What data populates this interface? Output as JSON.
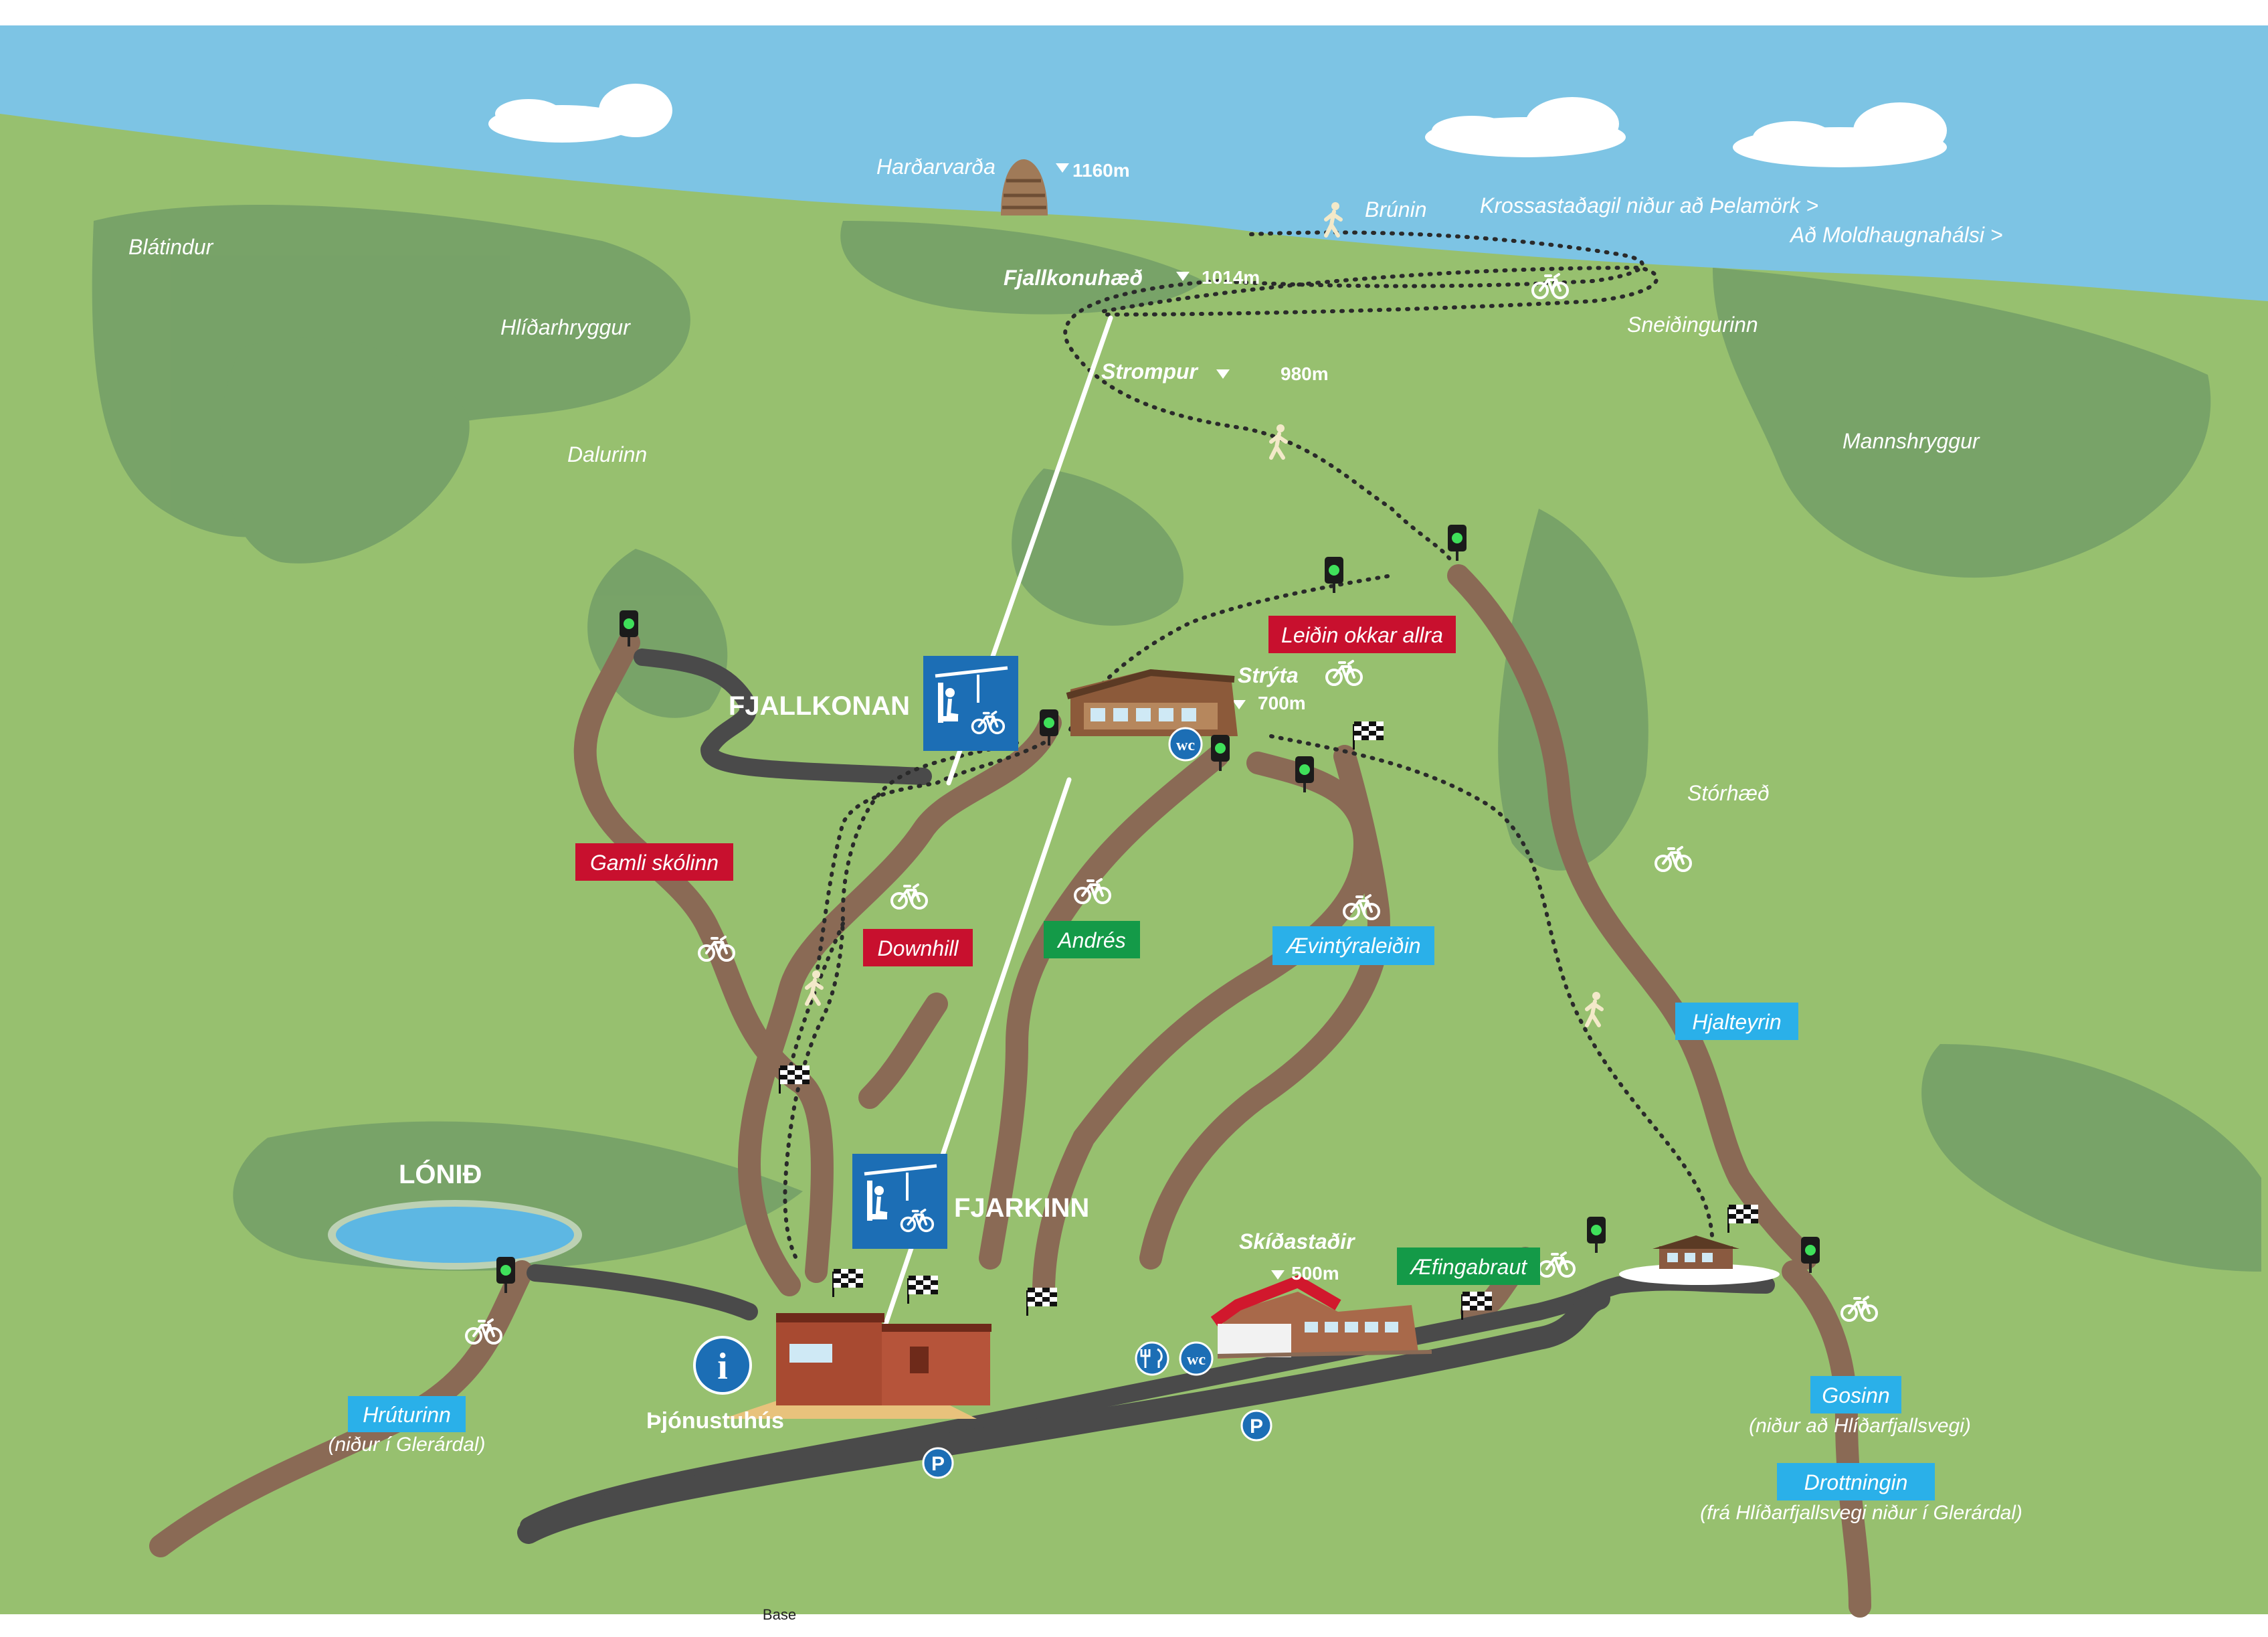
{
  "map": {
    "caption": "Base",
    "colors": {
      "sky": "#7dc4e4",
      "grass_light": "#97c06f",
      "grass_dark": "#729d67",
      "trail_brown": "#8a6a55",
      "road": "#4a4a4a",
      "lake": "#5db7e3",
      "red_label": "#c8102e",
      "green_label": "#149a48",
      "blue_label": "#2ab0e9",
      "service_blue": "#1c6eb5"
    },
    "places": {
      "hardarvarda": "Harðarvarða",
      "blatindur": "Blátindur",
      "hlidarhryggur": "Hlíðarhryggur",
      "dalurinn": "Dalurinn",
      "brunin": "Brúnin",
      "krossastadagil": "Krossastaðagil niður að Þelamörk >",
      "moldhaugnahalsi": "Að Moldhaugnahálsi >",
      "sneidingurinn": "Sneiðingurinn",
      "mannshryggur": "Mannshryggur",
      "storhaed": "Stórhæð",
      "lonid": "LÓNIÐ"
    },
    "peaks": {
      "hardarvarda": "1160m",
      "fjallkonuhaed": {
        "name": "Fjallkonuhæð",
        "elevation": "1014m"
      },
      "strompur": {
        "name": "Strompur",
        "elevation": "980m"
      },
      "stryta": {
        "name": "Strýta",
        "elevation": "700m"
      },
      "skidastadir": {
        "name": "Skíðastaðir",
        "elevation": "500m"
      }
    },
    "lifts": {
      "fjallkonan": "FJALLKONAN",
      "fjarkinn": "FJARKINN"
    },
    "trails": {
      "leidin_okkar_allra": "Leiðin okkar allra",
      "gamli_skolinn": "Gamli skólinn",
      "downhill": "Downhill",
      "andres": "Andrés",
      "aevintyraleidin": "Ævintýraleiðin",
      "hjalteyrin": "Hjalteyrin",
      "aefingabraut": "Æfingabraut",
      "hruturinn": "Hrúturinn",
      "hruturinn_sub": "(niður í Glerárdal)",
      "gosinn": "Gosinn",
      "gosinn_sub": "(niður að Hlíðarfjallsvegi)",
      "drottningin": "Drottningin",
      "drottningin_sub": "(frá Hlíðarfjallsvegi niður í Glerárdal)"
    },
    "services": {
      "thjonustuhus": "Þjónustuhús",
      "info_symbol": "i",
      "parking_symbol": "P",
      "wc_symbol": "wc"
    }
  }
}
